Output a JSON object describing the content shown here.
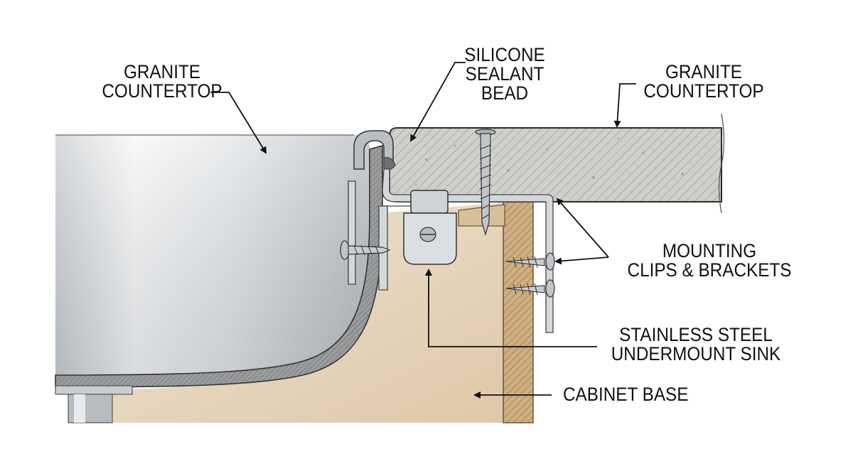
{
  "labels": {
    "countertop_left": [
      "GRANITE",
      "COUNTERTOP"
    ],
    "sealant": [
      "SILICONE",
      "SEALANT",
      "BEAD"
    ],
    "countertop_right": [
      "GRANITE",
      "COUNTERTOP"
    ],
    "mounting": [
      "MOUNTING",
      "CLIPS & BRACKETS"
    ],
    "sink": [
      "STAINLESS STEEL",
      "UNDERMOUNT SINK"
    ],
    "cabinet": [
      "CABINET BASE"
    ]
  },
  "colors": {
    "granite": "#d4d4d0",
    "steel_light": "#f2f3f4",
    "steel_dark": "#a8adb2",
    "gasket": "#8f9091",
    "cabinet": "#e6d5bc",
    "wood": "#c9a77c",
    "ink": "#111111"
  }
}
